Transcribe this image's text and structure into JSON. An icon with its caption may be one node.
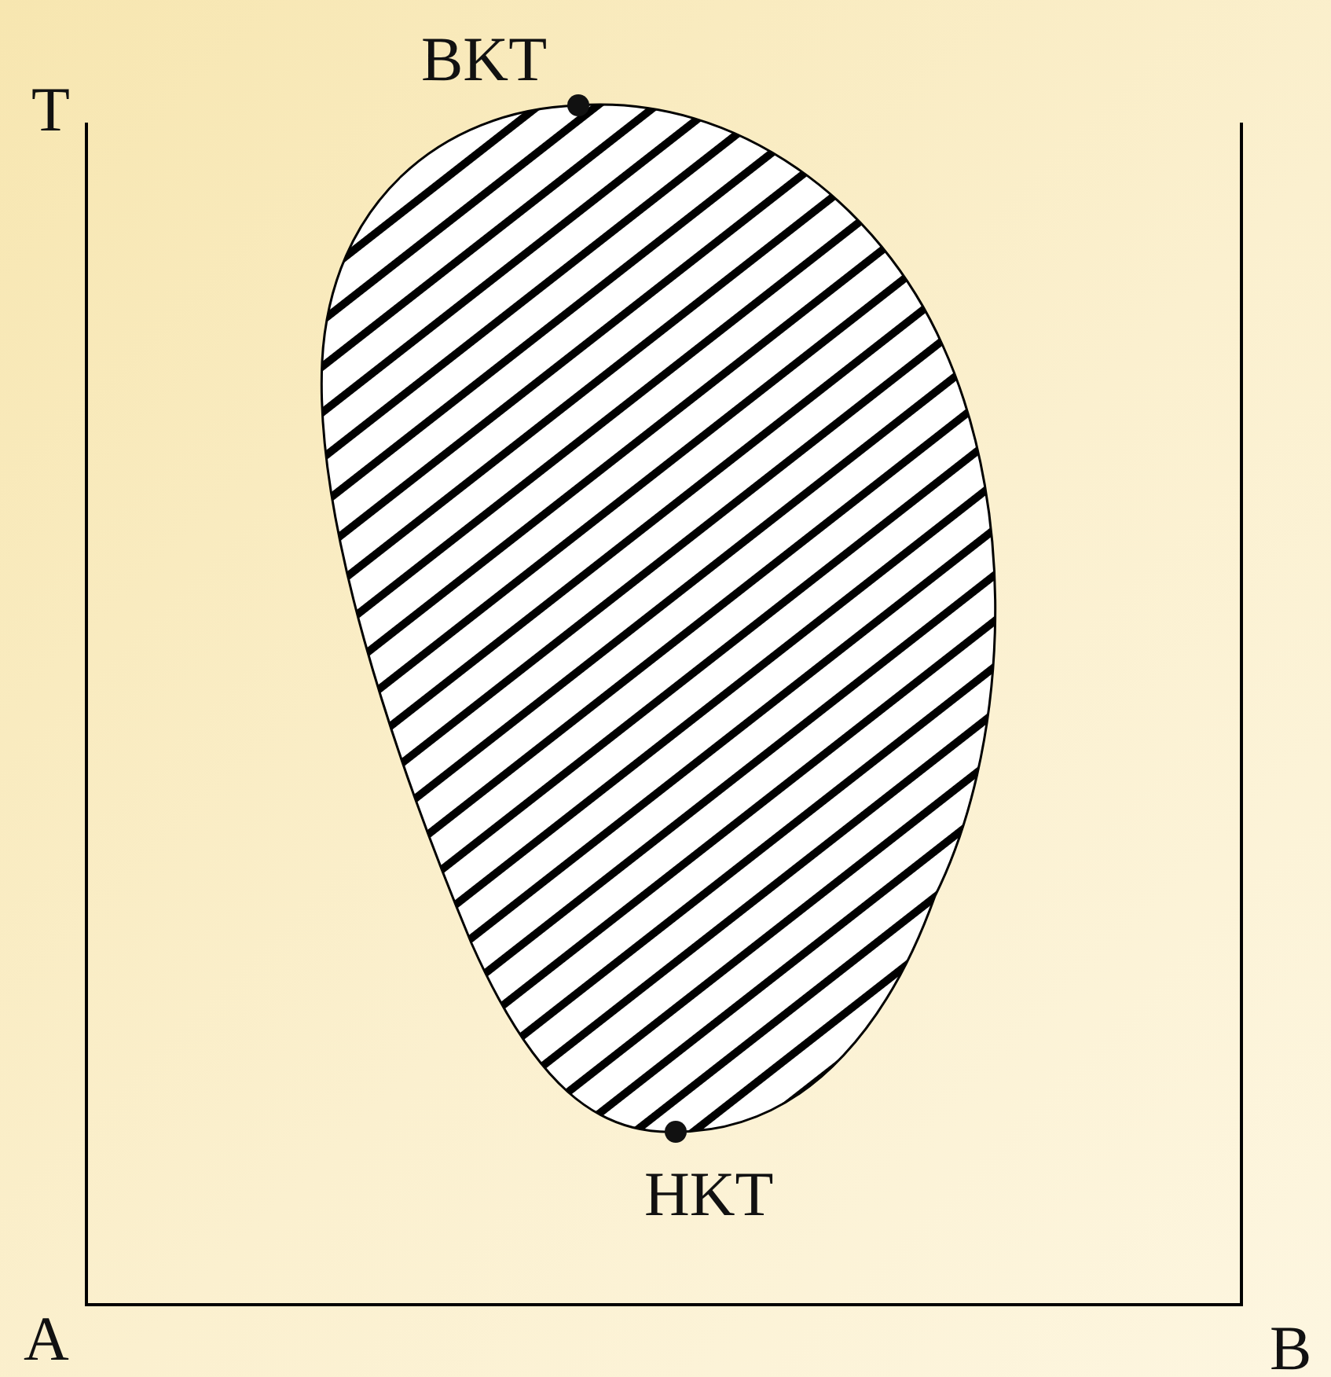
{
  "diagram": {
    "labels": [
      "BKT",
      "T",
      "A",
      "B",
      "HKT"
    ]
  }
}
